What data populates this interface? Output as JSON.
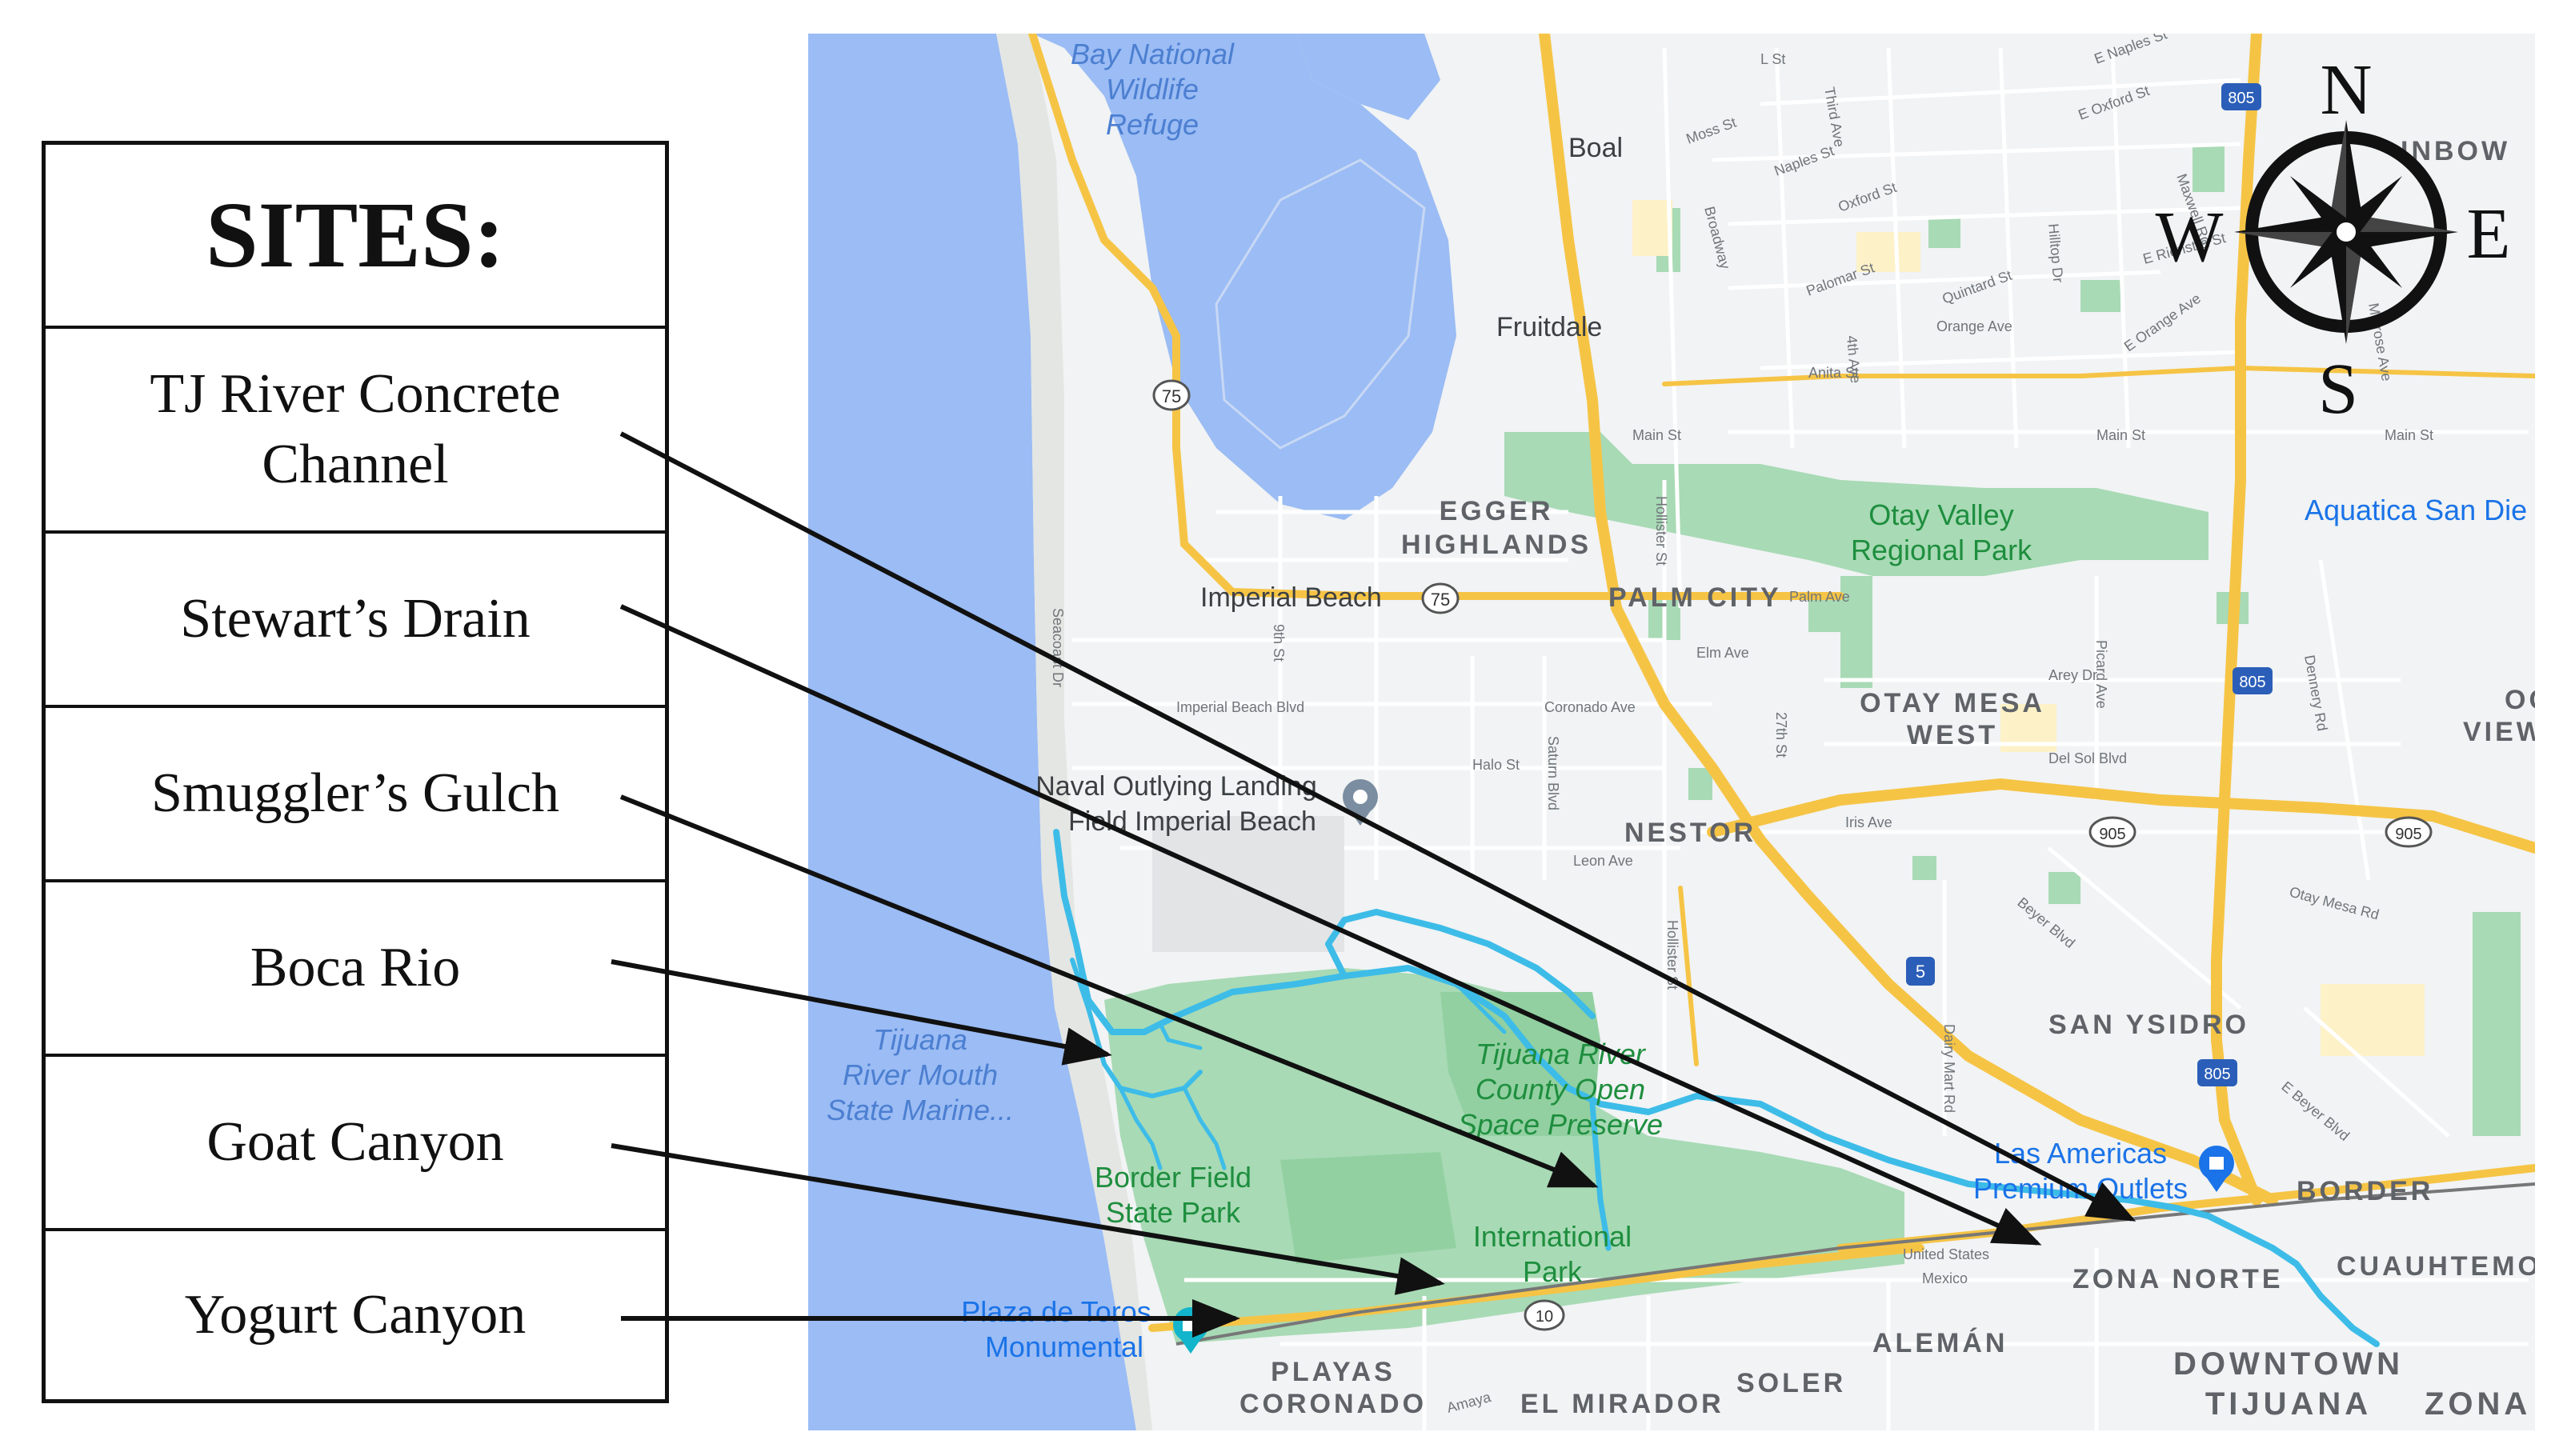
{
  "sites_panel": {
    "header": "SITES:",
    "sites": [
      {
        "name": "TJ River Concrete Channel"
      },
      {
        "name": "Stewart’s Drain"
      },
      {
        "name": "Smuggler’s Gulch"
      },
      {
        "name": "Boca Rio"
      },
      {
        "name": "Goat Canyon"
      },
      {
        "name": "Yogurt Canyon"
      }
    ]
  },
  "compass": {
    "n": "N",
    "e": "E",
    "s": "S",
    "w": "W"
  },
  "map": {
    "water_labels": {
      "refuge_1": "Bay National",
      "refuge_2": "Wildlife",
      "refuge_3": "Refuge",
      "marine_1": "Tijuana",
      "marine_2": "River Mouth",
      "marine_3": "State Marine..."
    },
    "places": {
      "boal": "Boal",
      "fruitdale": "Fruitdale",
      "egger_1": "EGGER",
      "egger_2": "HIGHLANDS",
      "imperial_beach": "Imperial Beach",
      "palm_city": "PALM CITY",
      "otay_mesa_1": "OTAY MESA",
      "otay_mesa_2": "WEST",
      "nestor": "NESTOR",
      "san_ysidro": "SAN YSIDRO",
      "border": "BORDER",
      "zona_norte": "ZONA NORTE",
      "cuauhtemoc": "CUAUHTEMOC",
      "downtown_1": "DOWNTOWN",
      "downtown_2": "TIJUANA",
      "zona": "ZONA",
      "aleman": "ALEMÁN",
      "soler": "SOLER",
      "el_mirador": "EL MIRADOR",
      "playas_1": "PLAYAS",
      "playas_2": "CORONADO",
      "rainbow": "INBOW",
      "ocean_view_1": "OC",
      "ocean_view_2": "VIEW",
      "united_states": "United States",
      "mexico": "Mexico"
    },
    "parks": {
      "otay_valley_1": "Otay Valley",
      "otay_valley_2": "Regional Park",
      "tijuana_river_1": "Tijuana River",
      "tijuana_river_2": "County Open",
      "tijuana_river_3": "Space Preserve",
      "border_field_1": "Border Field",
      "border_field_2": "State Park",
      "international_1": "International",
      "international_2": "Park"
    },
    "pois": {
      "aquatica": "Aquatica San Die",
      "naval_1": "Naval Outlying Landing",
      "naval_2": "Field Imperial Beach",
      "las_americas_1": "Las Americas",
      "las_americas_2": "Premium Outlets",
      "plaza_1": "Plaza de Toros",
      "plaza_2": "Monumental"
    },
    "shields": {
      "r75_a": "75",
      "r75_b": "75",
      "i805_a": "805",
      "i805_b": "805",
      "i805_c": "805",
      "r905_a": "905",
      "r905_b": "905",
      "i5": "5",
      "r10": "10"
    },
    "streets": {
      "l_st": "L St",
      "third_ave": "Third Ave",
      "e_naples": "E Naples St",
      "moss": "Moss St",
      "e_oxford": "E Oxford St",
      "naples": "Naples St",
      "oxford": "Oxford St",
      "palomar": "Palomar St",
      "quintard": "Quintard St",
      "orange": "Orange Ave",
      "e_orange": "E Orange Ave",
      "anita": "Anita St",
      "fourth_ave": "4th Ave",
      "hilltop": "Hilltop Dr",
      "broadway": "Broadway",
      "main_1": "Main St",
      "main_2": "Main St",
      "main_3": "Main St",
      "hollister": "Hollister St",
      "palm_ave": "Palm Ave",
      "elm_ave": "Elm Ave",
      "seacoast": "Seacoast Dr",
      "ninth": "9th St",
      "imperial_blvd": "Imperial Beach Blvd",
      "coronado_ave": "Coronado Ave",
      "halo": "Halo St",
      "saturn": "Saturn Blvd",
      "twenty_seventh": "27th St",
      "leon": "Leon Ave",
      "iris": "Iris Ave",
      "picard": "Picard Ave",
      "arey": "Arey Dr",
      "del_sol": "Del Sol Blvd",
      "dennery": "Dennery Rd",
      "beyer": "Beyer Blvd",
      "e_beyer": "E Beyer Blvd",
      "otay_mesa_rd": "Otay Mesa Rd",
      "dairy_mart": "Dairy Mart Rd",
      "hollister_2": "Hollister St",
      "amaya": "Amaya",
      "e_rienstra": "E Rienstra St",
      "maxwell": "Maxwell Rd",
      "melrose": "Melrose Ave"
    }
  },
  "colors": {
    "ocean": "#9bbcf4",
    "land": "#f1f3f4",
    "park": "#a8dab5",
    "park_dark": "#92d0a1",
    "highway": "#f6c445",
    "river": "#3dbce8",
    "arrow": "#111111"
  }
}
